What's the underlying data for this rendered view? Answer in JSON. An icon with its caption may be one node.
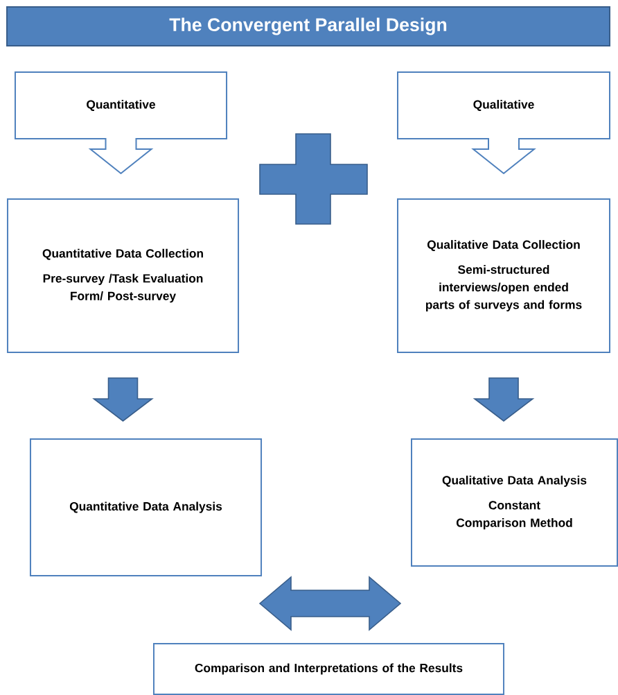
{
  "diagram": {
    "title": "The Convergent Parallel Design",
    "nodes": [
      {
        "text": [
          "Quantitative"
        ]
      },
      {
        "text": [
          "Qualitative"
        ]
      },
      {
        "text": [
          "Quantitative Data Collection",
          "Pre-survey /Task Evaluation Form/ Post-survey"
        ]
      },
      {
        "text": [
          "Qualitative Data Collection",
          "Semi-structured interviews/open ended parts of surveys and forms"
        ]
      },
      {
        "text": [
          "Quantitative Data Analysis"
        ]
      },
      {
        "text": [
          "Qualitative Data Analysis",
          "Constant Comparison Method"
        ]
      },
      {
        "text": [
          "Comparison and Interpretations of the Results"
        ]
      },
      {
        "text": [],
        "shape": "plus"
      }
    ],
    "edges": [
      {
        "from": 0,
        "to": 2,
        "arrow": "to"
      },
      {
        "from": 1,
        "to": 3,
        "arrow": "to"
      },
      {
        "from": 2,
        "to": 4,
        "arrow": "to"
      },
      {
        "from": 3,
        "to": 5,
        "arrow": "to"
      },
      {
        "from": 4,
        "to": 5,
        "arrow": "both"
      }
    ]
  }
}
